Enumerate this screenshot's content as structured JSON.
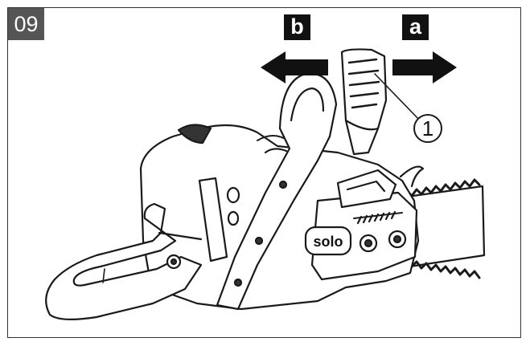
{
  "figure": {
    "step_number": "09",
    "direction_b": "b",
    "direction_a": "a",
    "callout_1": "1",
    "brand": "solo"
  },
  "colors": {
    "badge_step": "#555555",
    "badge_direction": "#111111",
    "line": "#1a1a1a",
    "background": "#ffffff"
  }
}
